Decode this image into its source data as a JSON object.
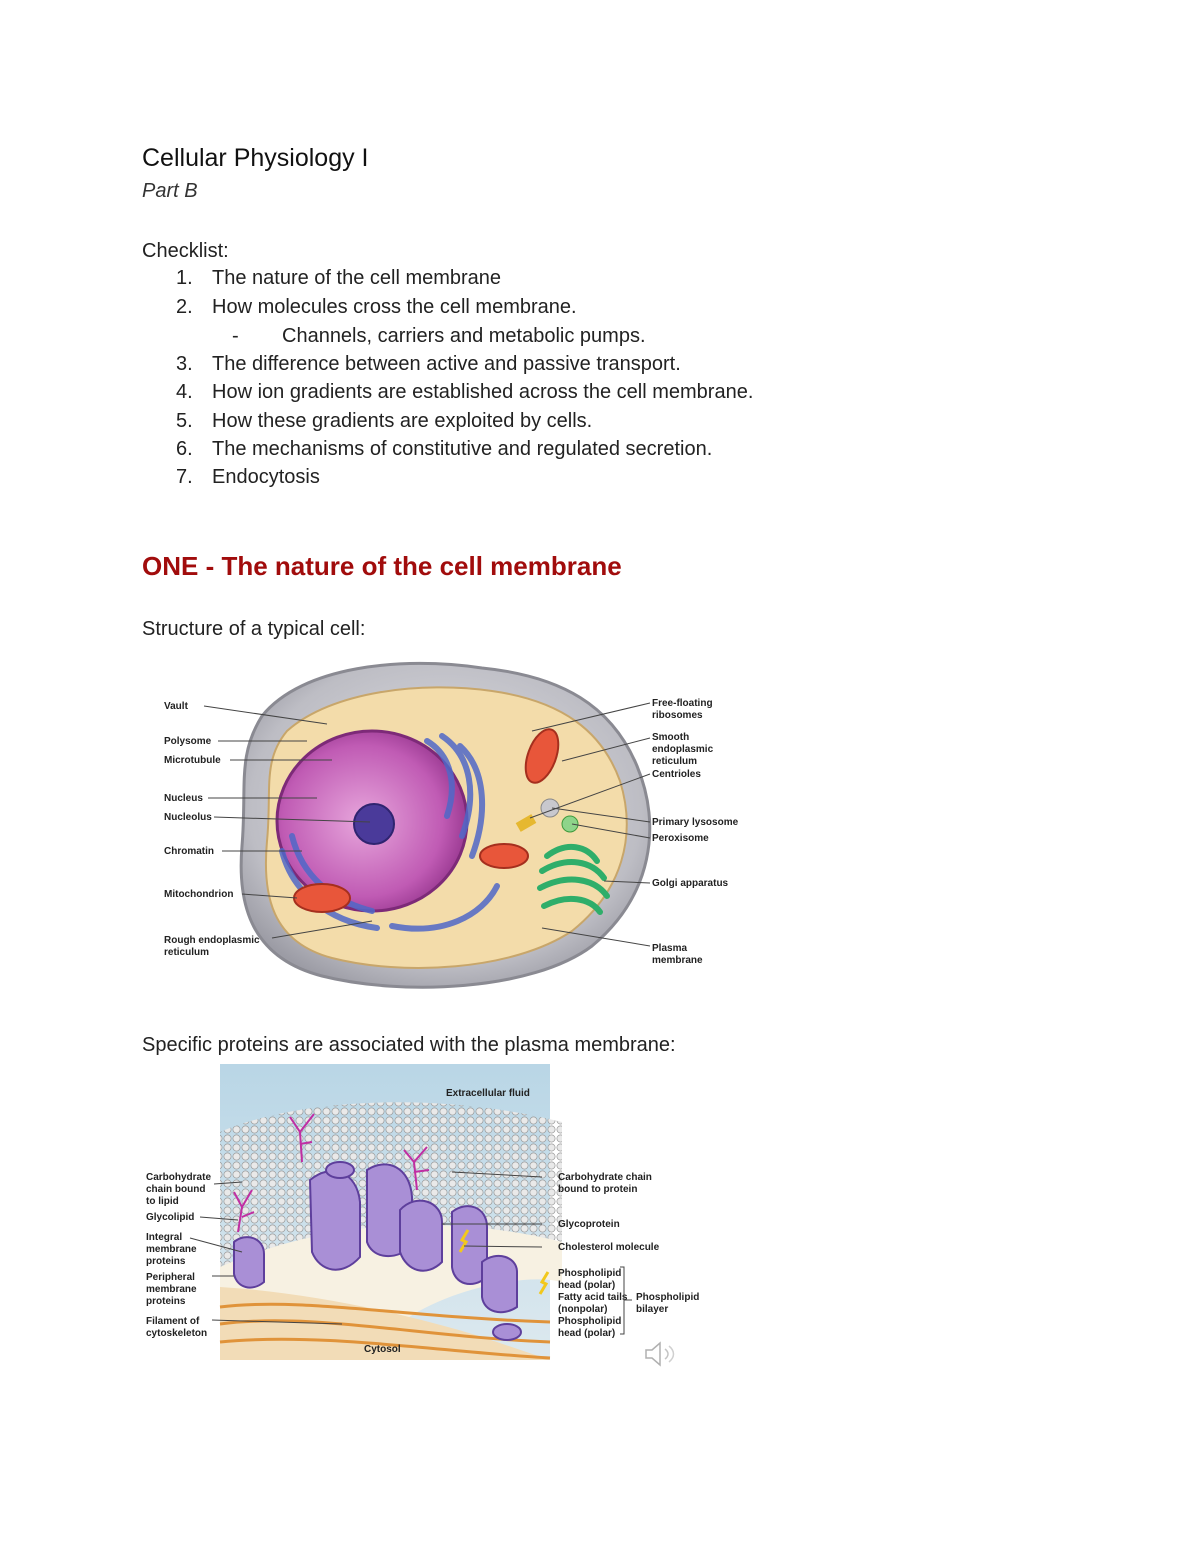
{
  "doc": {
    "title": "Cellular Physiology I",
    "subtitle": "Part B",
    "checklist_heading": "Checklist:",
    "checklist": [
      {
        "num": "1.",
        "text": "The nature of the cell membrane"
      },
      {
        "num": "2.",
        "text": "How molecules cross the cell membrane."
      },
      {
        "num": "3.",
        "text": "The difference between active and passive transport."
      },
      {
        "num": "4.",
        "text": "How ion gradients are established across the cell membrane."
      },
      {
        "num": "5.",
        "text": "How these gradients are exploited by cells."
      },
      {
        "num": "6.",
        "text": "The mechanisms of constitutive and regulated secretion."
      },
      {
        "num": "7.",
        "text": "Endocytosis"
      }
    ],
    "checklist_sub": {
      "dash": "-",
      "text": "Channels, carriers and metabolic pumps."
    },
    "section_heading": "ONE - The nature of the cell membrane",
    "caption_cell": "Structure of a typical cell:",
    "caption_membrane": "Specific proteins are associated with the plasma membrane:"
  },
  "cell_diagram": {
    "left_labels": [
      "Vault",
      "Polysome",
      "Microtubule",
      "Nucleus",
      "Nucleolus",
      "Chromatin",
      "Mitochondrion",
      "Rough endoplasmic",
      "reticulum"
    ],
    "right_labels": [
      "Free-floating",
      "ribosomes",
      "Smooth",
      "endoplasmic",
      "reticulum",
      "Centrioles",
      "Primary lysosome",
      "Peroxisome",
      "Golgi apparatus",
      "Plasma",
      "membrane"
    ]
  },
  "membrane_diagram": {
    "top_label": "Extracellular fluid",
    "bottom_label": "Cytosol",
    "left_labels": [
      "Carbohydrate",
      "chain bound",
      "to lipid",
      "Glycolipid",
      "Integral",
      "membrane",
      "proteins",
      "Peripheral",
      "membrane",
      "proteins",
      "Filament of",
      "cytoskeleton"
    ],
    "right_labels": [
      "Carbohydrate chain",
      "bound to protein",
      "Glycoprotein",
      "Cholesterol molecule",
      "Phospholipid",
      "head (polar)",
      "Fatty acid tails",
      "(nonpolar)",
      "Phospholipid",
      "head (polar)"
    ],
    "bilayer_label": [
      "Phospholipid",
      "bilayer"
    ]
  },
  "icons": {
    "speaker": "speaker-icon"
  }
}
